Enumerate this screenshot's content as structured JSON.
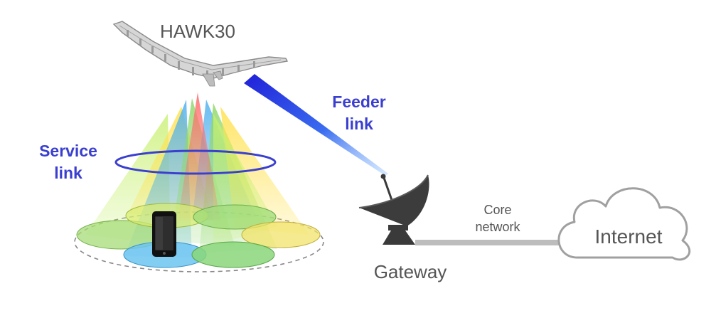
{
  "labels": {
    "aircraft": "HAWK30",
    "feeder_line1": "Feeder",
    "feeder_line2": "link",
    "service_line1": "Service",
    "service_line2": "link",
    "gateway": "Gateway",
    "core_line1": "Core",
    "core_line2": "network",
    "internet": "Internet"
  },
  "colors": {
    "feeder_beam": "#2b2bd9",
    "label_blue": "#3a3fcf",
    "label_gray": "#555555",
    "cone_colors": [
      "#ffe14d",
      "#9fe07a",
      "#ff7777",
      "#5bb8f0",
      "#c8f070",
      "#ffd24d"
    ],
    "ring": "#3a3fcf",
    "core_link": "#bdbdbd",
    "cloud_outline": "#9a9a9a",
    "gateway_dish": "#3a3a3a"
  },
  "icons": {
    "aircraft": "hawk30-aircraft-icon",
    "gateway": "satellite-dish-icon",
    "phone": "smartphone-icon",
    "cloud": "cloud-icon"
  }
}
